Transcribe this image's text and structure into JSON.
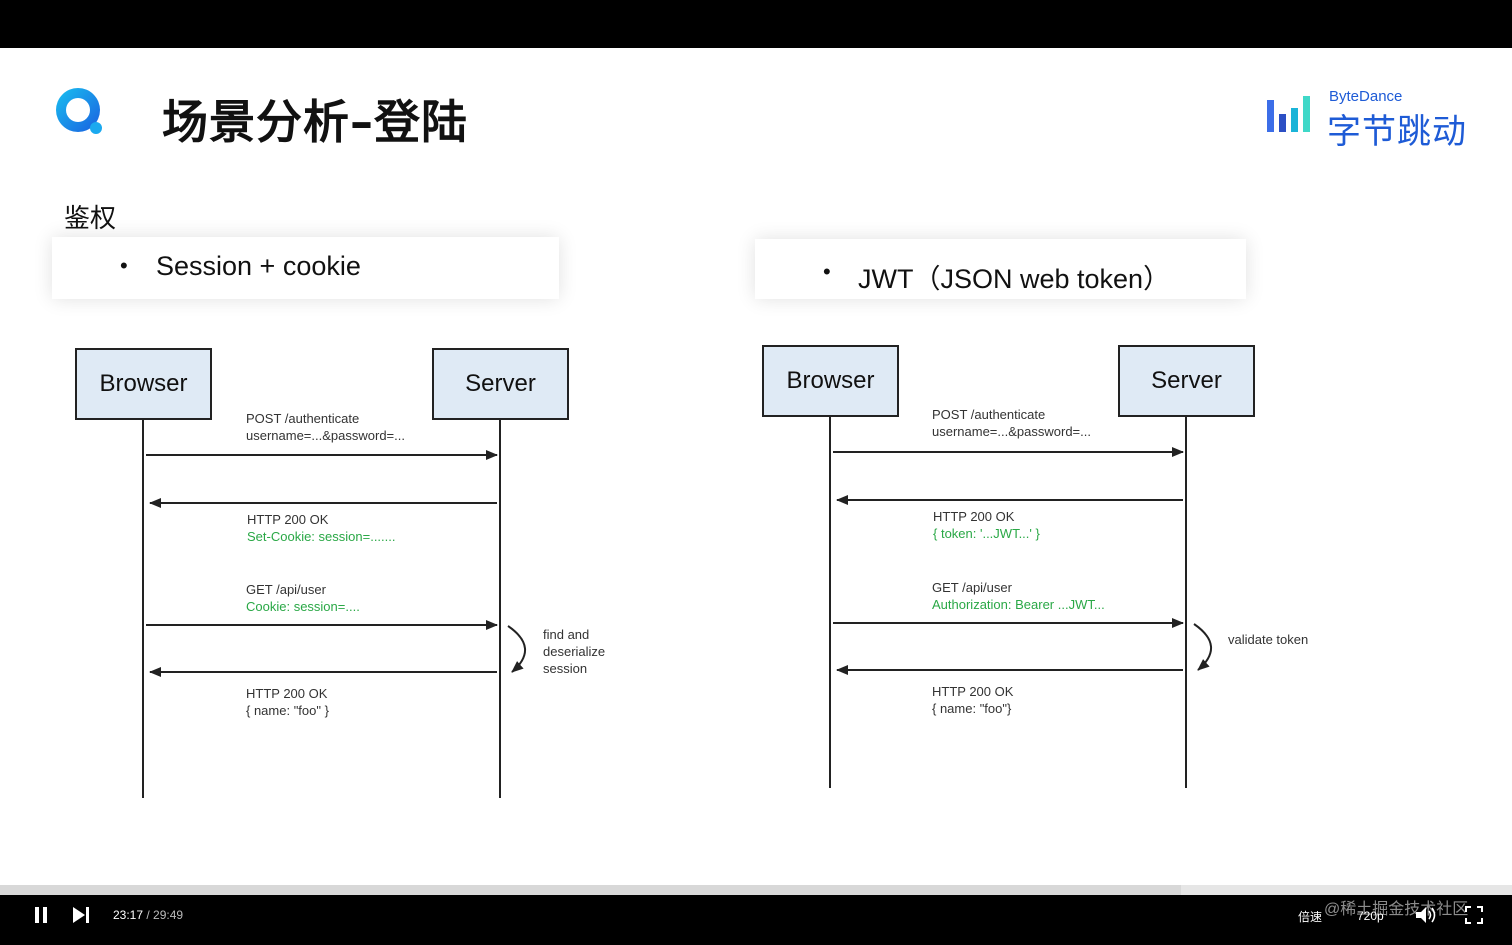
{
  "slide": {
    "title": "场景分析–登陆",
    "brand_en": "ByteDance",
    "brand_cn": "字节跳动",
    "section_label": "鉴权",
    "left_card": {
      "bullet": "•",
      "text": "Session + cookie"
    },
    "right_card": {
      "bullet": "•",
      "text": "JWT（JSON web token）"
    }
  },
  "left_diagram": {
    "browser": "Browser",
    "server": "Server",
    "m1": [
      "POST /authenticate",
      "username=...&password=..."
    ],
    "m2": [
      "HTTP 200 OK",
      "Set-Cookie: session=......."
    ],
    "m3": [
      "GET /api/user",
      "Cookie: session=...."
    ],
    "note": [
      "find and",
      "deserialize",
      "session"
    ],
    "m4": [
      "HTTP 200 OK",
      "{ name: \"foo\" }"
    ]
  },
  "right_diagram": {
    "browser": "Browser",
    "server": "Server",
    "m1": [
      "POST /authenticate",
      "username=...&password=..."
    ],
    "m2": [
      "HTTP 200 OK",
      "{ token: '...JWT...' }"
    ],
    "m3": [
      "GET /api/user",
      "Authorization: Bearer ...JWT..."
    ],
    "note": [
      "validate token"
    ],
    "m4": [
      "HTTP 200 OK",
      "{ name: \"foo\"}"
    ]
  },
  "player": {
    "current_time": "23:17",
    "separator": " / ",
    "total_time": "29:49",
    "speed_label": "倍速",
    "quality_label": "720p",
    "watermark": "@稀土掘金技术社区",
    "progress_fraction": 0.781
  },
  "colors": {
    "accent": "#1e5bd6",
    "actor_fill": "#dfeaf5",
    "green_text": "#2aa846"
  }
}
